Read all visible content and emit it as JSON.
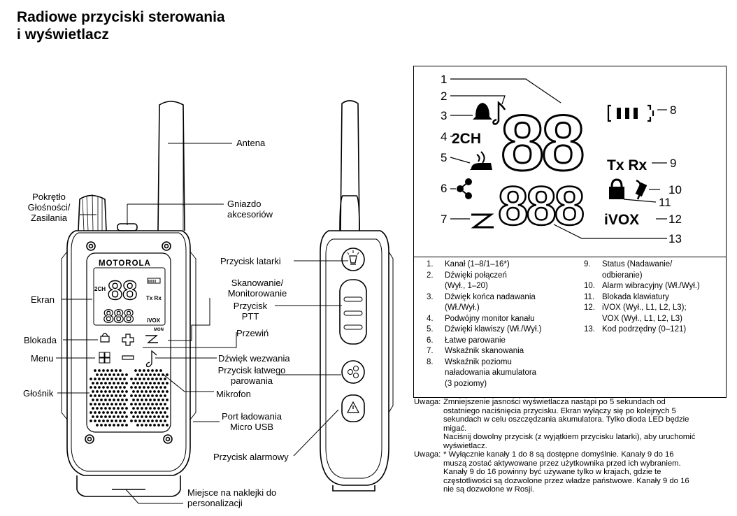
{
  "title": {
    "line1": "Radiowe przyciski sterowania",
    "line2": "i wyświetlacz"
  },
  "labels": {
    "antena": "Antena",
    "pokretlo": [
      "Pokrętło",
      "Głośności/",
      "Zasilania"
    ],
    "gniazdo": [
      "Gniazdo",
      "akcesoriów"
    ],
    "latarka": "Przycisk latarki",
    "skanowanie": [
      "Skanowanie/",
      "Monitorowanie"
    ],
    "ekran": "Ekran",
    "ptt": [
      "Przycisk",
      "PTT"
    ],
    "przewin": "Przewiń",
    "blokada": "Blokada",
    "dzwiek": "Dźwięk wezwania",
    "menu": "Menu",
    "parowanie": [
      "Przycisk łatwego",
      "parowania"
    ],
    "glosnik": "Głośnik",
    "mikrofon": "Mikrofon",
    "port": [
      "Port ładowania",
      "Micro USB"
    ],
    "alarm": "Przycisk alarmowy",
    "naklejka": [
      "Miejsce na naklejki do",
      "personalizacji"
    ]
  },
  "radio": {
    "brand": "MOTOROLA",
    "lcd_digits": "88",
    "lcd_sub": "888",
    "lcd_2ch": "2CH",
    "lcd_txrx": "Tx Rx",
    "lcd_ivox": "iVOX",
    "mon": "MON"
  },
  "lcd": {
    "big": "88",
    "small": "888",
    "twoch": "2CH",
    "txrx": "Tx Rx",
    "ivox": "iVOX",
    "callouts": [
      "1",
      "2",
      "3",
      "4",
      "5",
      "6",
      "7",
      "8",
      "9",
      "10",
      "11",
      "12",
      "13"
    ]
  },
  "legend_left": [
    {
      "n": "1.",
      "t": "Kanał (1–8/1–16*)"
    },
    {
      "n": "2.",
      "t": "Dźwięki połączeń"
    },
    {
      "n": "",
      "t": "(Wył., 1–20)"
    },
    {
      "n": "3.",
      "t": "Dźwięk końca nadawania"
    },
    {
      "n": "",
      "t": "(Wł./Wył.)"
    },
    {
      "n": "4.",
      "t": "Podwójny monitor kanału"
    },
    {
      "n": "5.",
      "t": "Dźwięki klawiszy (Wł./Wył.)"
    },
    {
      "n": "6.",
      "t": "Łatwe parowanie"
    },
    {
      "n": "7.",
      "t": "Wskaźnik skanowania"
    },
    {
      "n": "8.",
      "t": "Wskaźnik poziomu"
    },
    {
      "n": "",
      "t": "naładowania akumulatora"
    },
    {
      "n": "",
      "t": "(3 poziomy)"
    }
  ],
  "legend_right": [
    {
      "n": "9.",
      "t": "Status (Nadawanie/"
    },
    {
      "n": "",
      "t": "odbieranie)"
    },
    {
      "n": "10.",
      "t": "Alarm wibracyjny (Wł./Wył.)"
    },
    {
      "n": "11.",
      "t": "Blokada klawiatury"
    },
    {
      "n": "12.",
      "t": "iVOX (Wył., L1, L2, L3);"
    },
    {
      "n": "",
      "t": "VOX (Wył., L1, L2, L3)"
    },
    {
      "n": "13.",
      "t": "Kod podrzędny (0–121)"
    }
  ],
  "notes": [
    {
      "k": "Uwaga:",
      "lines": [
        "Zmniejszenie jasności wyświetlacza nastąpi po 5 sekundach od",
        "ostatniego naciśnięcia przycisku. Ekran wyłączy się po kolejnych 5",
        "sekundach w celu oszczędzania akumulatora. Tylko dioda LED będzie",
        "migać.",
        "Naciśnij dowolny przycisk (z wyjątkiem przycisku latarki), aby uruchomić",
        "wyświetlacz."
      ]
    },
    {
      "k": "Uwaga:",
      "lines": [
        "* Wyłącznie kanały 1 do 8 są dostępne domyślnie. Kanały 9 do 16",
        "muszą zostać aktywowane przez użytkownika przed ich wybraniem.",
        "Kanały 9 do 16 powinny być używane tylko w krajach, gdzie te",
        "częstotliwości są dozwolone przez władze państwowe. Kanały 9 do 16",
        "nie są dozwolone w Rosji."
      ]
    }
  ]
}
